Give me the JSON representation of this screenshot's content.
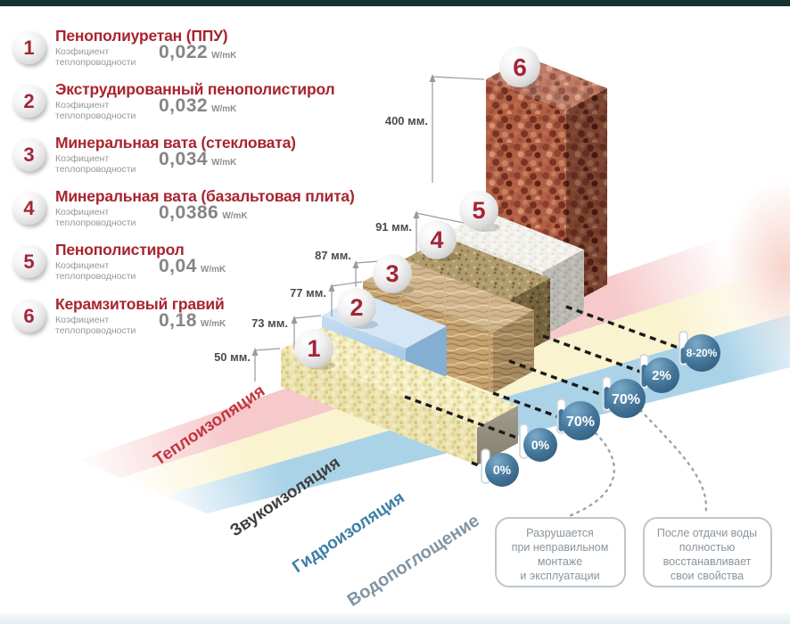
{
  "legend": {
    "coeff_label_line1": "Коэфициент",
    "coeff_label_line2": "теплопроводности",
    "unit": "W/mK",
    "items": [
      {
        "num": "1",
        "title": "Пенополиуретан (ППУ)",
        "value": "0,022"
      },
      {
        "num": "2",
        "title": "Экструдированный пенополистирол",
        "value": "0,032"
      },
      {
        "num": "3",
        "title": "Минеральная вата (стекловата)",
        "value": "0,034"
      },
      {
        "num": "4",
        "title": "Минеральная вата (базальтовая плита)",
        "value": "0,0386"
      },
      {
        "num": "5",
        "title": "Пенополистирол",
        "value": "0,04"
      },
      {
        "num": "6",
        "title": "Керамзитовый гравий",
        "value": "0,18"
      }
    ]
  },
  "diagram": {
    "blocks": [
      {
        "num": "1",
        "material": "Пенополиуретан (ППУ)",
        "thickness": "50 мм.",
        "absorption": "0%"
      },
      {
        "num": "2",
        "material": "Экструдированный пенополистирол",
        "thickness": "73 мм.",
        "absorption": "0%"
      },
      {
        "num": "3",
        "material": "Минеральная вата (стекловата)",
        "thickness": "77 мм.",
        "absorption": "70%"
      },
      {
        "num": "4",
        "material": "Минеральная вата (базальтовая плита)",
        "thickness": "87 мм.",
        "absorption": "70%"
      },
      {
        "num": "5",
        "material": "Пенополистирол",
        "thickness": "91 мм.",
        "absorption": "2%"
      },
      {
        "num": "6",
        "material": "Керамзитовый гравий",
        "thickness": "400 мм.",
        "absorption": "8-20%"
      }
    ],
    "bands": [
      {
        "label": "Теплоизоляция",
        "color": "#f6c9cb",
        "text_color": "#c23540"
      },
      {
        "label": "Звукоизоляция",
        "color": "#faf3cf",
        "text_color": "#3f3f3f"
      },
      {
        "label": "Гидроизоляция",
        "color": "#abd3e8",
        "text_color": "#3d7fa6"
      },
      {
        "label": "Водопоглощение",
        "color": "transparent",
        "text_color": "#8095a4"
      }
    ],
    "badge_color": "#3f759c",
    "callouts": [
      {
        "lines": [
          "Разрушается",
          "при неправильном",
          "монтаже",
          "и эксплуатации"
        ]
      },
      {
        "lines": [
          "После отдачи воды",
          "полностью",
          "восстанавливает",
          "свои свойства"
        ]
      }
    ]
  }
}
